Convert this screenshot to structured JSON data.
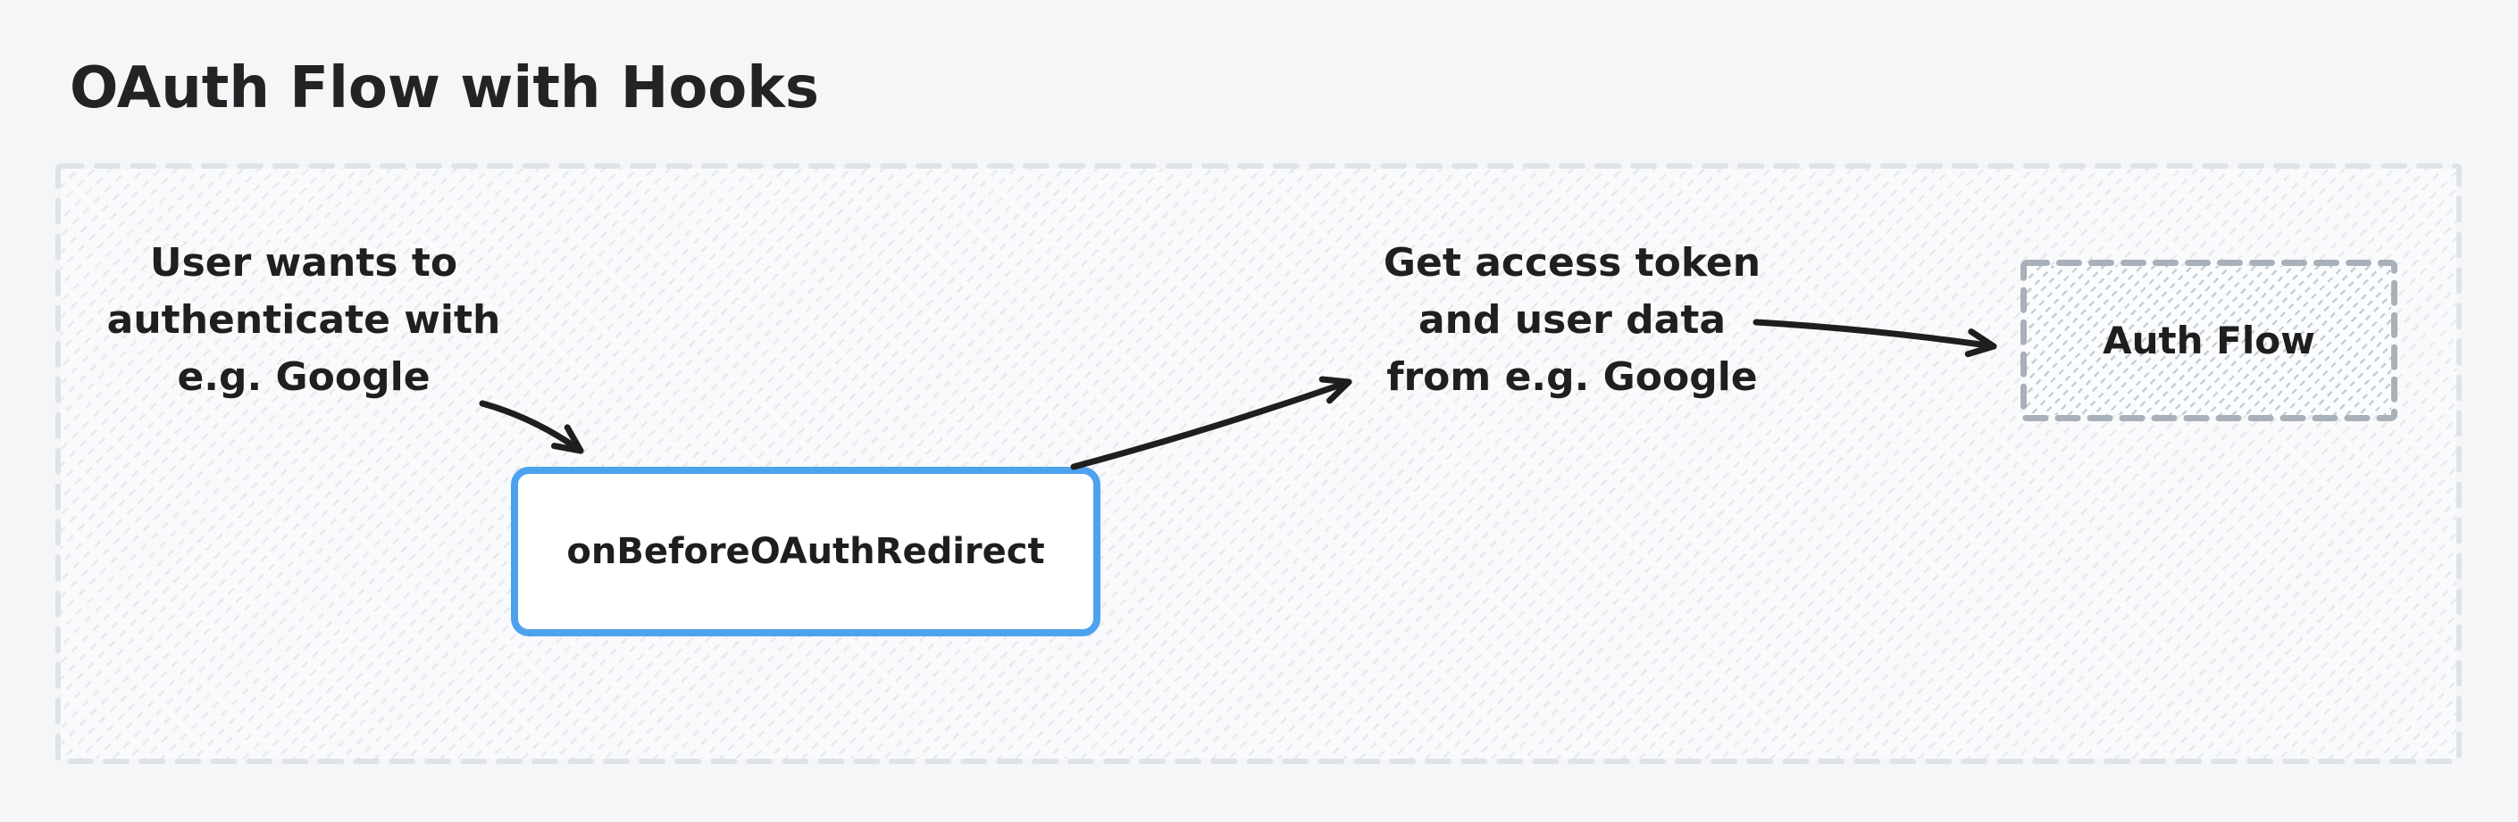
{
  "title": "OAuth Flow with Hooks",
  "flow": {
    "left_note": {
      "lines": [
        "User wants to",
        "authenticate with",
        "e.g. Google"
      ]
    },
    "hook_box": {
      "label": "onBeforeOAuthRedirect"
    },
    "right_note": {
      "lines": [
        "Get access token",
        "and user data",
        "from e.g. Google"
      ]
    },
    "auth_box": {
      "label": "Auth Flow"
    }
  },
  "colors": {
    "page_background": "#f5f6f8",
    "frame_dash": "#dfe2e7",
    "frame_fill": "#f9fafb",
    "hatch_light": "#e7eaee",
    "hook_box_border": "#4da2ee",
    "hook_box_fill": "#ffffff",
    "auth_box_dash": "#a8b0ba",
    "auth_box_hatch": "#c6cdd5",
    "arrow": "#1e1e1e",
    "text": "#1f1f1f"
  }
}
